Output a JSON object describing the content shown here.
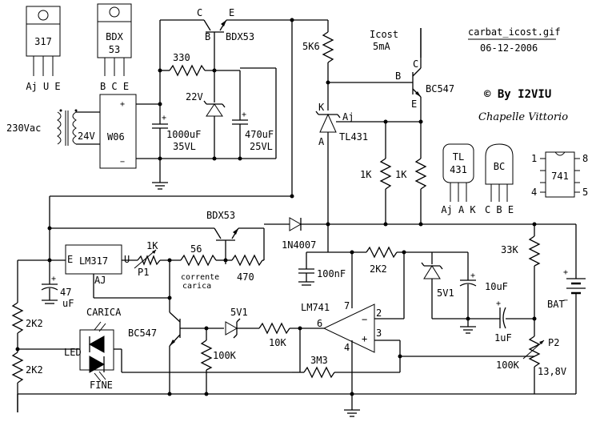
{
  "header": {
    "filename": "carbat_icost.gif",
    "date": "06-12-2006",
    "credit": "© By I2VIU",
    "signature": "Chapelle Vittorio"
  },
  "packages": {
    "reg317": {
      "title": "317",
      "pins": "Aj U E"
    },
    "bdx53": {
      "title1": "BDX",
      "title2": "53",
      "pins": "B C E"
    },
    "tl431": {
      "title1": "TL",
      "title2": "431",
      "pins": "Aj A K"
    },
    "bc": {
      "title": "BC",
      "pins": "C B E"
    },
    "op741": {
      "title": "741",
      "pin1": "1",
      "pin8": "8",
      "pin4": "4",
      "pin5": "5"
    }
  },
  "supply": {
    "mains": "230Vac",
    "secondary": "24V",
    "bridge": "W06",
    "c1_value": "1000uF",
    "c1_rating": "35VL",
    "c2_value": "470uF",
    "c2_rating": "25VL",
    "r330": "330",
    "zener22": "22V",
    "q1_name": "BDX53",
    "q1_c": "C",
    "q1_b": "B",
    "q1_e": "E"
  },
  "icost": {
    "r5k6": "5K6",
    "title": "Icost",
    "current": "5mA",
    "q_name": "BC547",
    "q_c": "C",
    "q_b": "B",
    "q_e": "E",
    "tl_name": "TL431",
    "tl_k": "K",
    "tl_a": "A",
    "tl_aj": "Aj",
    "r1k_a": "1K",
    "r1k_b": "1K"
  },
  "charger": {
    "q2_name": "BDX53",
    "diode": "1N4007",
    "lm317": "LM317",
    "lm_e": "E",
    "lm_u": "U",
    "lm_aj": "AJ",
    "p1_value": "1K",
    "p1_name": "P1",
    "r56": "56",
    "current_label1": "corrente",
    "current_label2": "carica",
    "r470": "470",
    "c47_value": "47",
    "c47_unit": "uF",
    "r2k2_a": "2K2",
    "r2k2_b": "2K2",
    "led_top": "CARICA",
    "led_label": "LED",
    "led_bottom": "FINE",
    "q3_name": "BC547",
    "zener5v1_a": "5V1",
    "r100k_a": "100K",
    "r10k": "10K",
    "r3m3": "3M3"
  },
  "amp": {
    "c100n": "100nF",
    "r2k2": "2K2",
    "zener5v1": "5V1",
    "c10u": "10uF",
    "name": "LM741",
    "pin7": "7",
    "pin2": "2",
    "pin3": "3",
    "pin6": "6",
    "pin4": "4",
    "minus": "−",
    "plus": "+",
    "c1u": "1uF",
    "r33k": "33K",
    "bat": "BAT",
    "p2": "P2",
    "r100k": "100K",
    "vout": "13,8V"
  }
}
